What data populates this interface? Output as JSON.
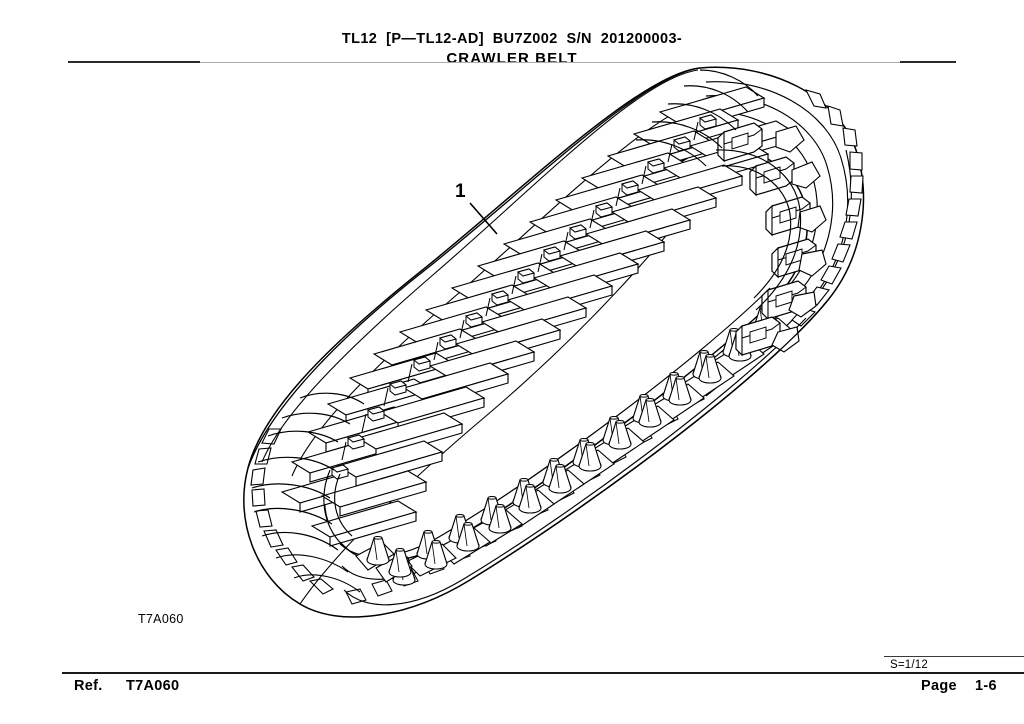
{
  "header": {
    "model_line": "TL12  [P—TL12-AD]  BU7Z002  S/N  201200003-",
    "title": "CRAWLER BELT"
  },
  "drawing": {
    "id_caption": "T7A060",
    "callouts": [
      {
        "number": "1",
        "part": "crawler-belt"
      }
    ],
    "subject": "rubber crawler belt / track, isometric view",
    "line_color": "#000000",
    "background": "#ffffff"
  },
  "footer": {
    "ref_label": "Ref.",
    "ref_value": "T7A060",
    "scale": "S=1/12",
    "page_label": "Page",
    "page_value": "1-6"
  }
}
